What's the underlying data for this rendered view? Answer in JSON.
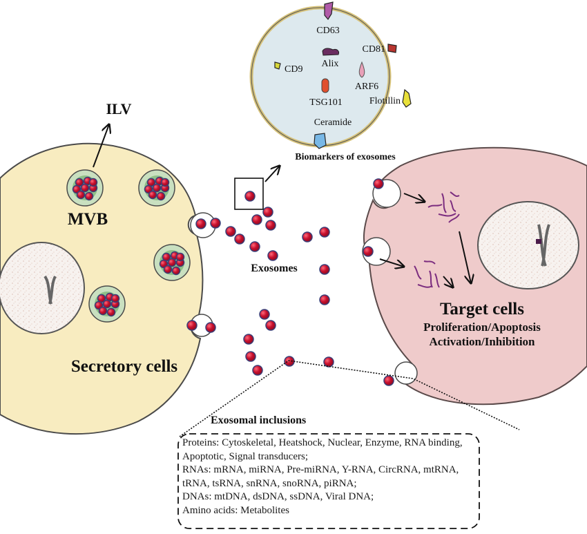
{
  "colors": {
    "secretory_cell": "#f8ecc0",
    "target_cell": "#efcbcb",
    "exosome_marker_fill": "#dde9ee",
    "exosome": "#c8102e",
    "exosome_outline": "#3b3f78",
    "mvb_outer": "#c9e0c0",
    "mvb_inner": "#8fc088",
    "rna_fragment": "#7b2d7f",
    "nucleus": "#f7f2ef"
  },
  "labels": {
    "ilv": "ILV",
    "mvb": "MVB",
    "secretory_cells": "Secretory cells",
    "exosomes": "Exosomes",
    "biomarkers_title": "Biomarkers of exosomes",
    "target_cells": "Target cells",
    "target_effect_1": "Proliferation/Apoptosis",
    "target_effect_2": "Activation/Inhibition"
  },
  "biomarkers": [
    {
      "name": "CD63",
      "color": "#b05aa8"
    },
    {
      "name": "CD81",
      "color": "#b8352f"
    },
    {
      "name": "Alix",
      "color": "#6a2d60"
    },
    {
      "name": "CD9",
      "color": "#d8d83a"
    },
    {
      "name": "ARF6",
      "color": "#e8a0b8"
    },
    {
      "name": "TSG101",
      "color": "#e0502e"
    },
    {
      "name": "Flotillin",
      "color": "#e8e03a"
    },
    {
      "name": "Ceramide",
      "color": "#78b8e6"
    }
  ],
  "inclusions": {
    "title": "Exosomal inclusions",
    "lines": [
      "Proteins: Cytoskeletal, Heatshock, Nuclear, Enzyme, RNA binding,",
      "Apoptotic, Signal transducers;",
      "RNAs: mRNA, miRNA, Pre-miRNA, Y-RNA, CircRNA, mtRNA,",
      "tRNA, tsRNA, snRNA, snoRNA, piRNA;",
      "DNAs: mtDNA, dsDNA, ssDNA, Viral DNA;",
      "Amino acids: Metabolites"
    ]
  }
}
